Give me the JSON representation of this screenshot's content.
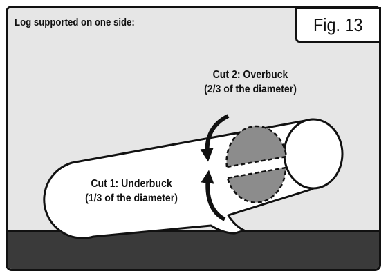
{
  "heading": "Log supported on one side:",
  "figure_label": "Fig. 13",
  "cuts": [
    {
      "title": "Cut 2: Overbuck",
      "detail": "(2/3 of the diameter)"
    },
    {
      "title": "Cut 1: Underbuck",
      "detail": "(1/3 of the diameter)"
    }
  ],
  "colors": {
    "background": "#e6e6e6",
    "ground": "#3a3a3a",
    "cut_shading": "#8c8c8c",
    "outline": "#111111"
  },
  "icons": [
    "curved-arrow-down-icon",
    "curved-arrow-up-icon"
  ]
}
